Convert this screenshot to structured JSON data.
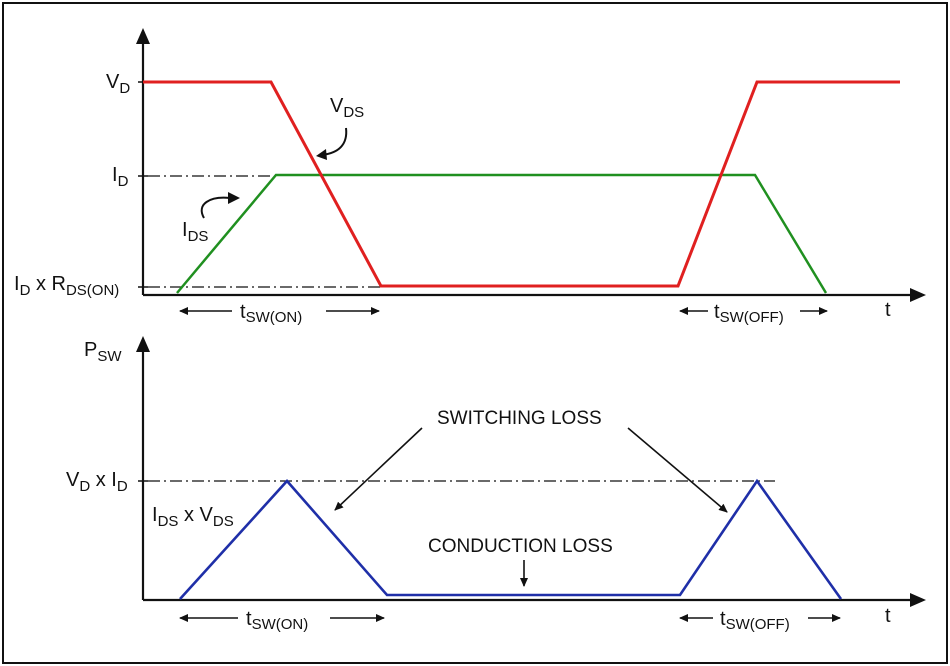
{
  "colors": {
    "vds": "#e02020",
    "ids": "#209020",
    "psw": "#1f2fa8",
    "axis": "#111111",
    "frame": "#111111"
  },
  "top": {
    "y_labels": {
      "vd_main": "V",
      "vd_sub": "D",
      "id_main": "I",
      "id_sub": "D",
      "low_a": "I",
      "low_a_sub": "D",
      "low_b": " x R",
      "low_b_sub": "DS(ON)"
    },
    "curve_labels": {
      "vds_main": "V",
      "vds_sub": "DS",
      "ids_main": "I",
      "ids_sub": "DS"
    },
    "t_label": "t",
    "tsw_on_main": "t",
    "tsw_on_sub": "SW(ON)",
    "tsw_off_main": "t",
    "tsw_off_sub": "SW(OFF)"
  },
  "bottom": {
    "y_axis_main": "P",
    "y_axis_sub": "SW",
    "peak_a": "V",
    "peak_a_sub": "D",
    "peak_b": " x I",
    "peak_b_sub": "D",
    "product_a": "I",
    "product_a_sub": "DS",
    "product_b": " x V",
    "product_b_sub": "DS",
    "switching_loss": "SWITCHING LOSS",
    "conduction_loss": "CONDUCTION LOSS",
    "t_label": "t",
    "tsw_on_main": "t",
    "tsw_on_sub": "SW(ON)",
    "tsw_off_main": "t",
    "tsw_off_sub": "SW(OFF)"
  }
}
